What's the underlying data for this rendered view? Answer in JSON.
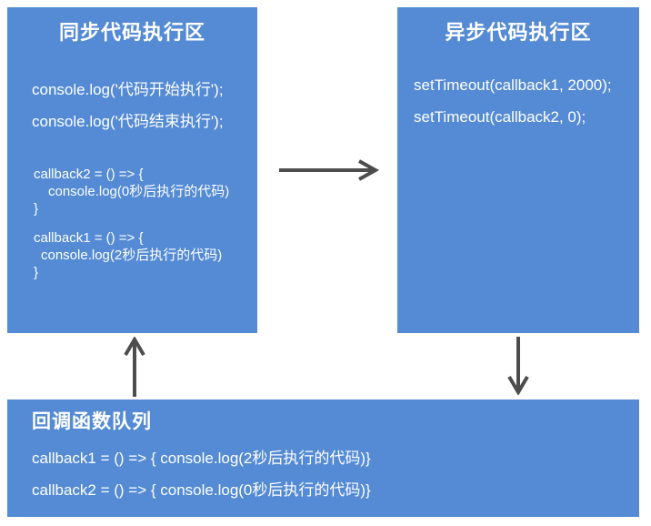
{
  "diagram": {
    "colors": {
      "box_blue": "#548bd4",
      "arrow_gray": "#4d4d4d",
      "text_white": "#ffffff",
      "background": "#ffffff"
    },
    "sync_box": {
      "title": "同步代码执行区",
      "top_lines": [
        "console.log('代码开始执行');",
        "console.log('代码结束执行');"
      ],
      "block1": [
        "callback2 = () => {",
        "console.log(0秒后执行的代码)",
        "}"
      ],
      "block2": [
        "callback1 = () => {",
        "console.log(2秒后执行的代码)",
        "}"
      ]
    },
    "async_box": {
      "title": "异步代码执行区",
      "lines": [
        "setTimeout(callback1, 2000);",
        "setTimeout(callback2, 0);"
      ]
    },
    "queue_box": {
      "title": "回调函数队列",
      "lines": [
        "callback1 = () => { console.log(2秒后执行的代码)}",
        "callback2 = () => { console.log(0秒后执行的代码)}"
      ]
    }
  }
}
